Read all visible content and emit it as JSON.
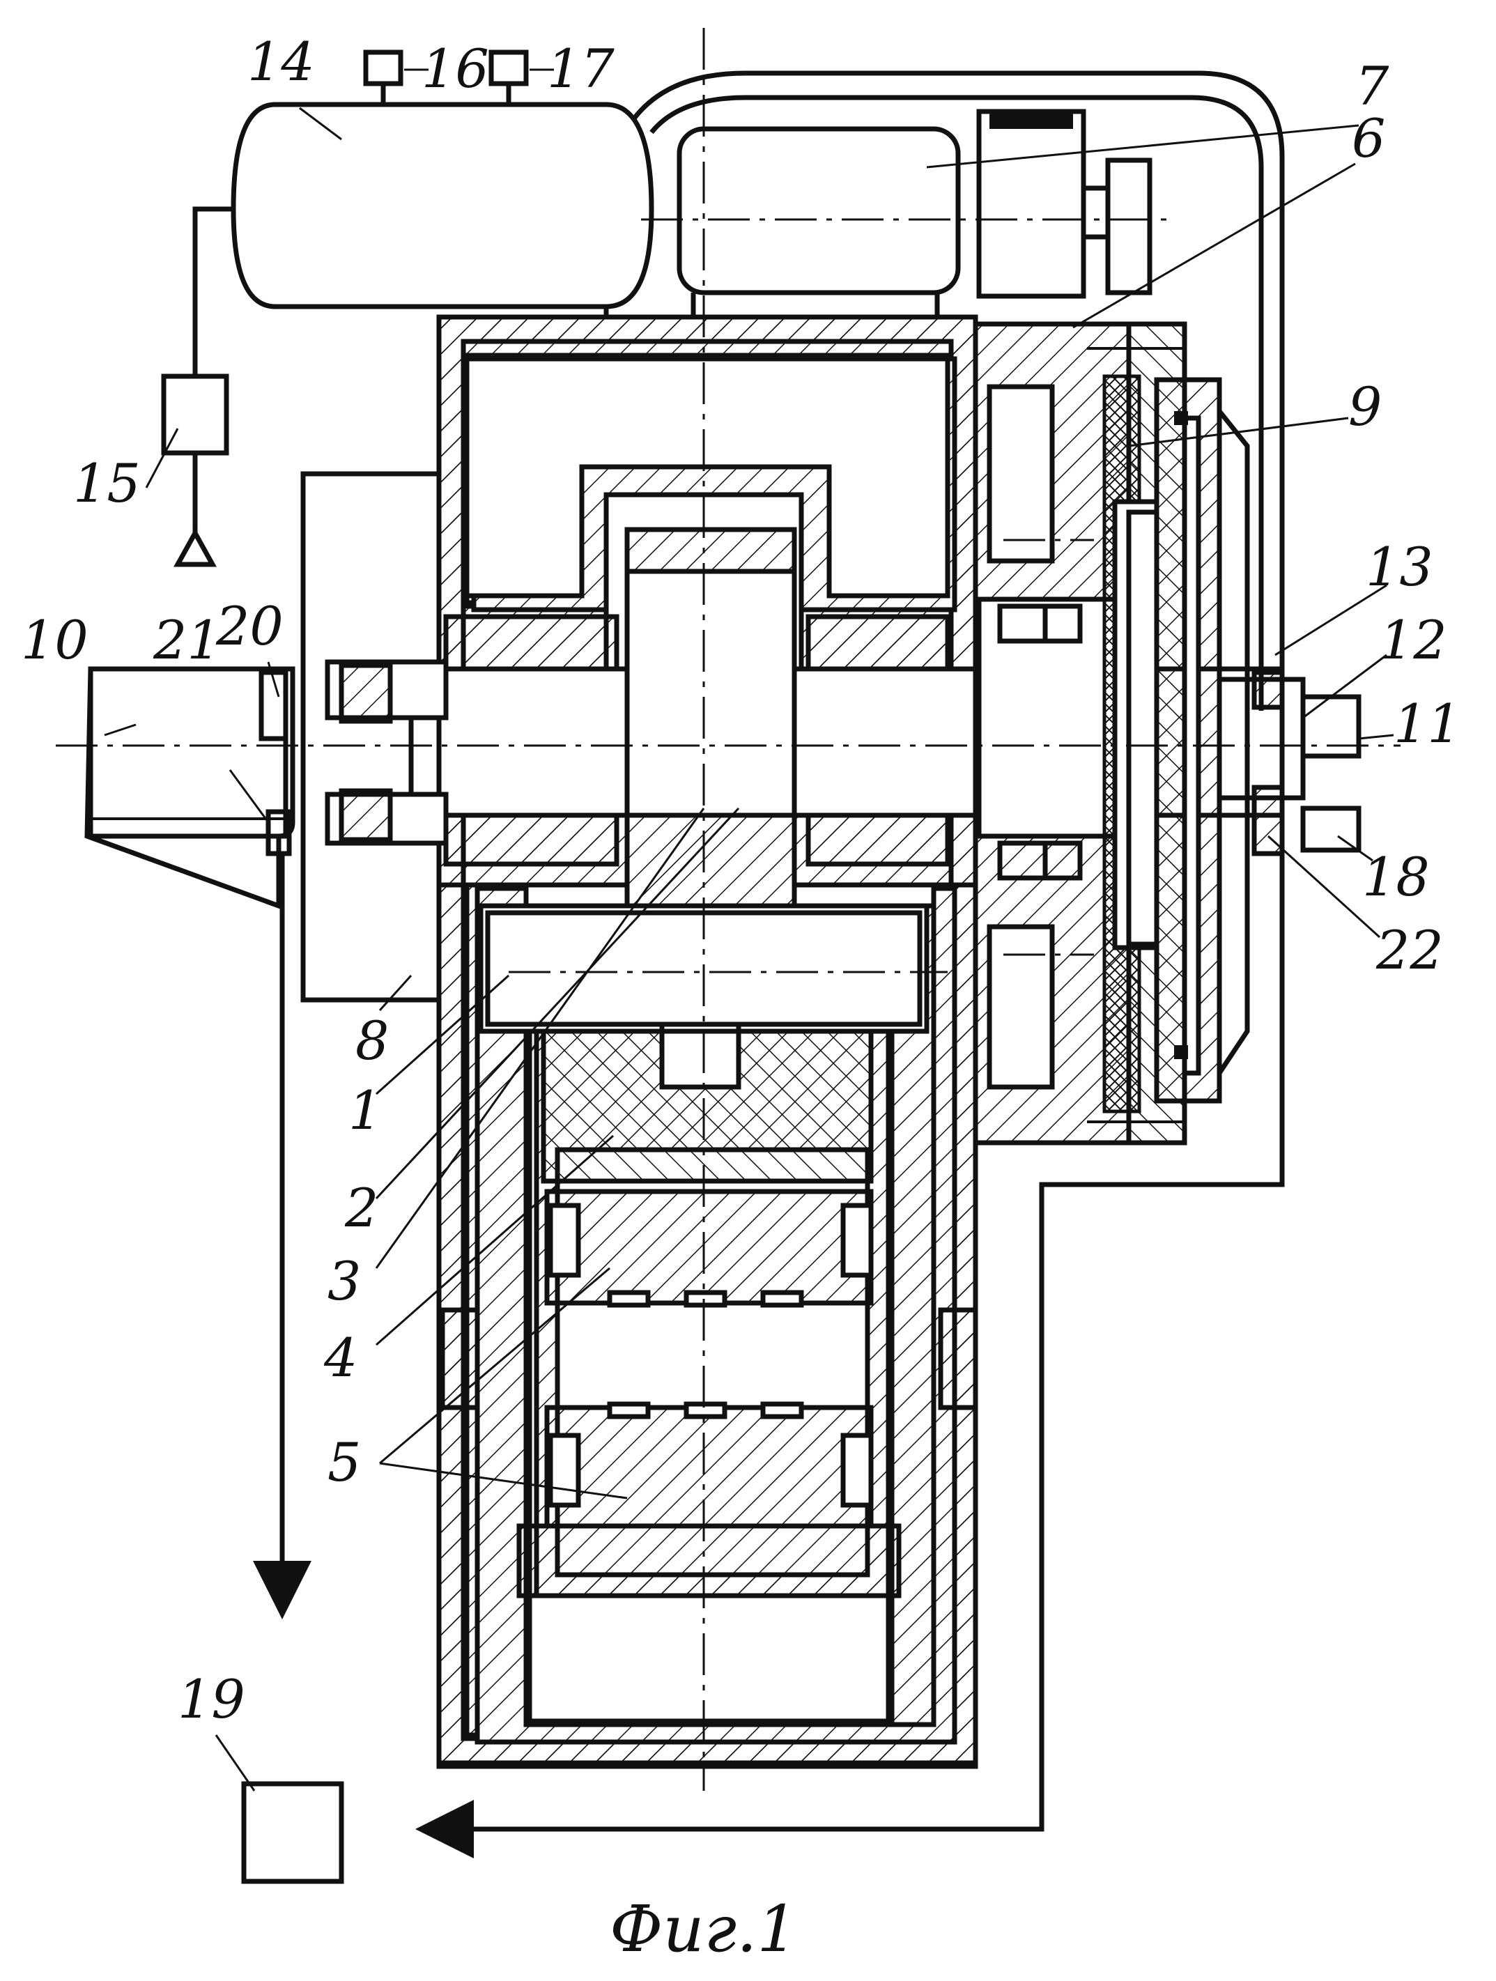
{
  "figure": {
    "caption": "Фиг.1"
  },
  "labels": [
    {
      "id": "1",
      "text": "1"
    },
    {
      "id": "2",
      "text": "2"
    },
    {
      "id": "3",
      "text": "3"
    },
    {
      "id": "4",
      "text": "4"
    },
    {
      "id": "5",
      "text": "5"
    },
    {
      "id": "6",
      "text": "6"
    },
    {
      "id": "7",
      "text": "7"
    },
    {
      "id": "8",
      "text": "8"
    },
    {
      "id": "9",
      "text": "9"
    },
    {
      "id": "10",
      "text": "10"
    },
    {
      "id": "11",
      "text": "11"
    },
    {
      "id": "12",
      "text": "12"
    },
    {
      "id": "13",
      "text": "13"
    },
    {
      "id": "14",
      "text": "14"
    },
    {
      "id": "15",
      "text": "15"
    },
    {
      "id": "16",
      "text": "16"
    },
    {
      "id": "17",
      "text": "17"
    },
    {
      "id": "18",
      "text": "18"
    },
    {
      "id": "19",
      "text": "19"
    },
    {
      "id": "20",
      "text": "20"
    },
    {
      "id": "21",
      "text": "21"
    },
    {
      "id": "22",
      "text": "22"
    }
  ]
}
